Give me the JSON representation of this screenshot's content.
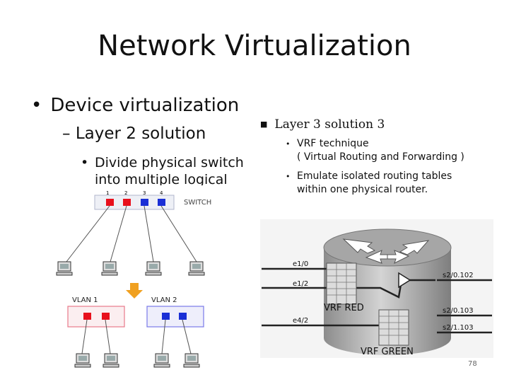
{
  "slide": {
    "title": "Network Virtualization",
    "bullet_l1": "Device virtualization",
    "bullet_l2_dash": "–",
    "bullet_l2": "Layer 2 solution",
    "bullet_l3": "Divide physical switch into multiple logical",
    "right_l1": "Layer 3 solution 3",
    "right_l2a": "VRF technique",
    "right_l2b": "( Virtual Routing and Forwarding )",
    "right_l3a": "Emulate isolated routing tables",
    "right_l3b": "within one physical router.",
    "page_number": "78"
  },
  "switch_diagram": {
    "port_numbers": [
      "1",
      "2",
      "3",
      "4"
    ],
    "switch_label": "SWITCH",
    "vlan1_label": "VLAN 1",
    "vlan2_label": "VLAN 2",
    "colors": {
      "red": "#e8101c",
      "blue": "#1a2fd6",
      "vlan1_border": "#e87a8a",
      "vlan2_border": "#7a7ae8",
      "arrow": "#f0a020"
    }
  },
  "router_diagram": {
    "interfaces_left": [
      "e1/0",
      "e1/2",
      "e4/2"
    ],
    "interfaces_right": [
      "s2/0.102",
      "s2/0.103",
      "s2/1.103"
    ],
    "vrf_red_label": "VRF RED",
    "vrf_green_label": "VRF GREEN"
  }
}
